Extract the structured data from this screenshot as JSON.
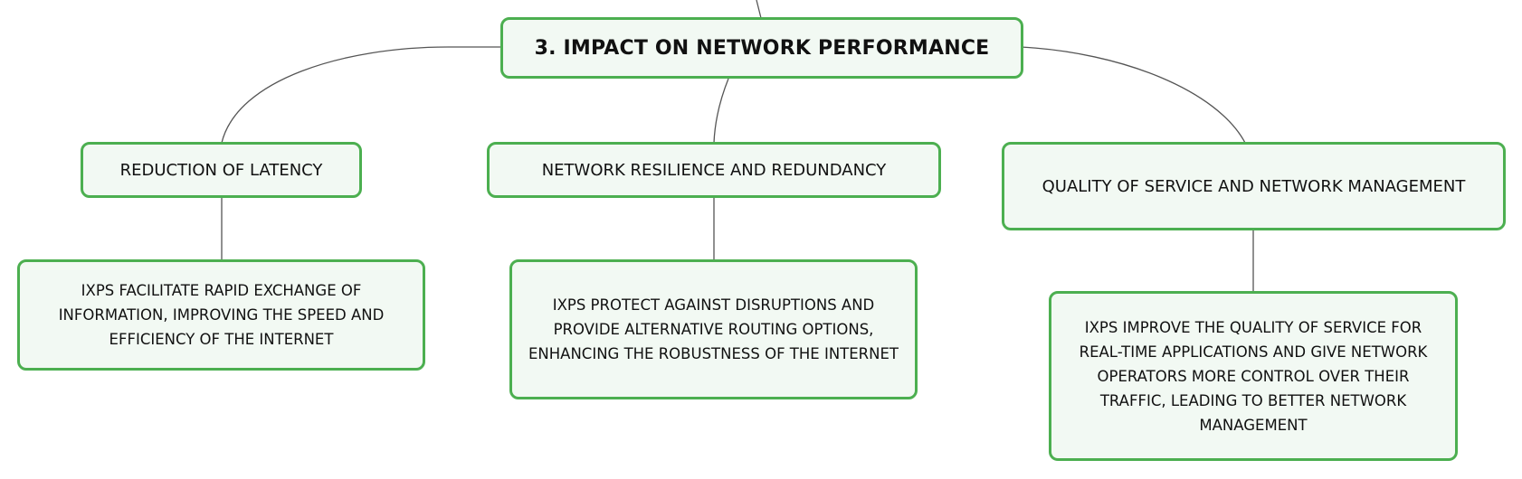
{
  "root": {
    "label": "3. IMPACT ON NETWORK PERFORMANCE"
  },
  "branches": [
    {
      "label": "REDUCTION OF LATENCY",
      "detail": "IXPS FACILITATE RAPID EXCHANGE OF INFORMATION, IMPROVING THE SPEED AND EFFICIENCY OF THE INTERNET"
    },
    {
      "label": "NETWORK RESILIENCE AND REDUNDANCY",
      "detail": "IXPS PROTECT AGAINST DISRUPTIONS AND PROVIDE ALTERNATIVE ROUTING OPTIONS, ENHANCING THE ROBUSTNESS OF THE INTERNET"
    },
    {
      "label": "QUALITY OF SERVICE AND NETWORK MANAGEMENT",
      "detail": "IXPS IMPROVE THE QUALITY OF SERVICE FOR REAL-TIME APPLICATIONS AND GIVE NETWORK OPERATORS MORE CONTROL OVER THEIR TRAFFIC, LEADING TO BETTER NETWORK MANAGEMENT"
    }
  ],
  "colors": {
    "node_border": "#4caf50",
    "node_fill": "#f2f9f3",
    "connector": "#555555"
  }
}
